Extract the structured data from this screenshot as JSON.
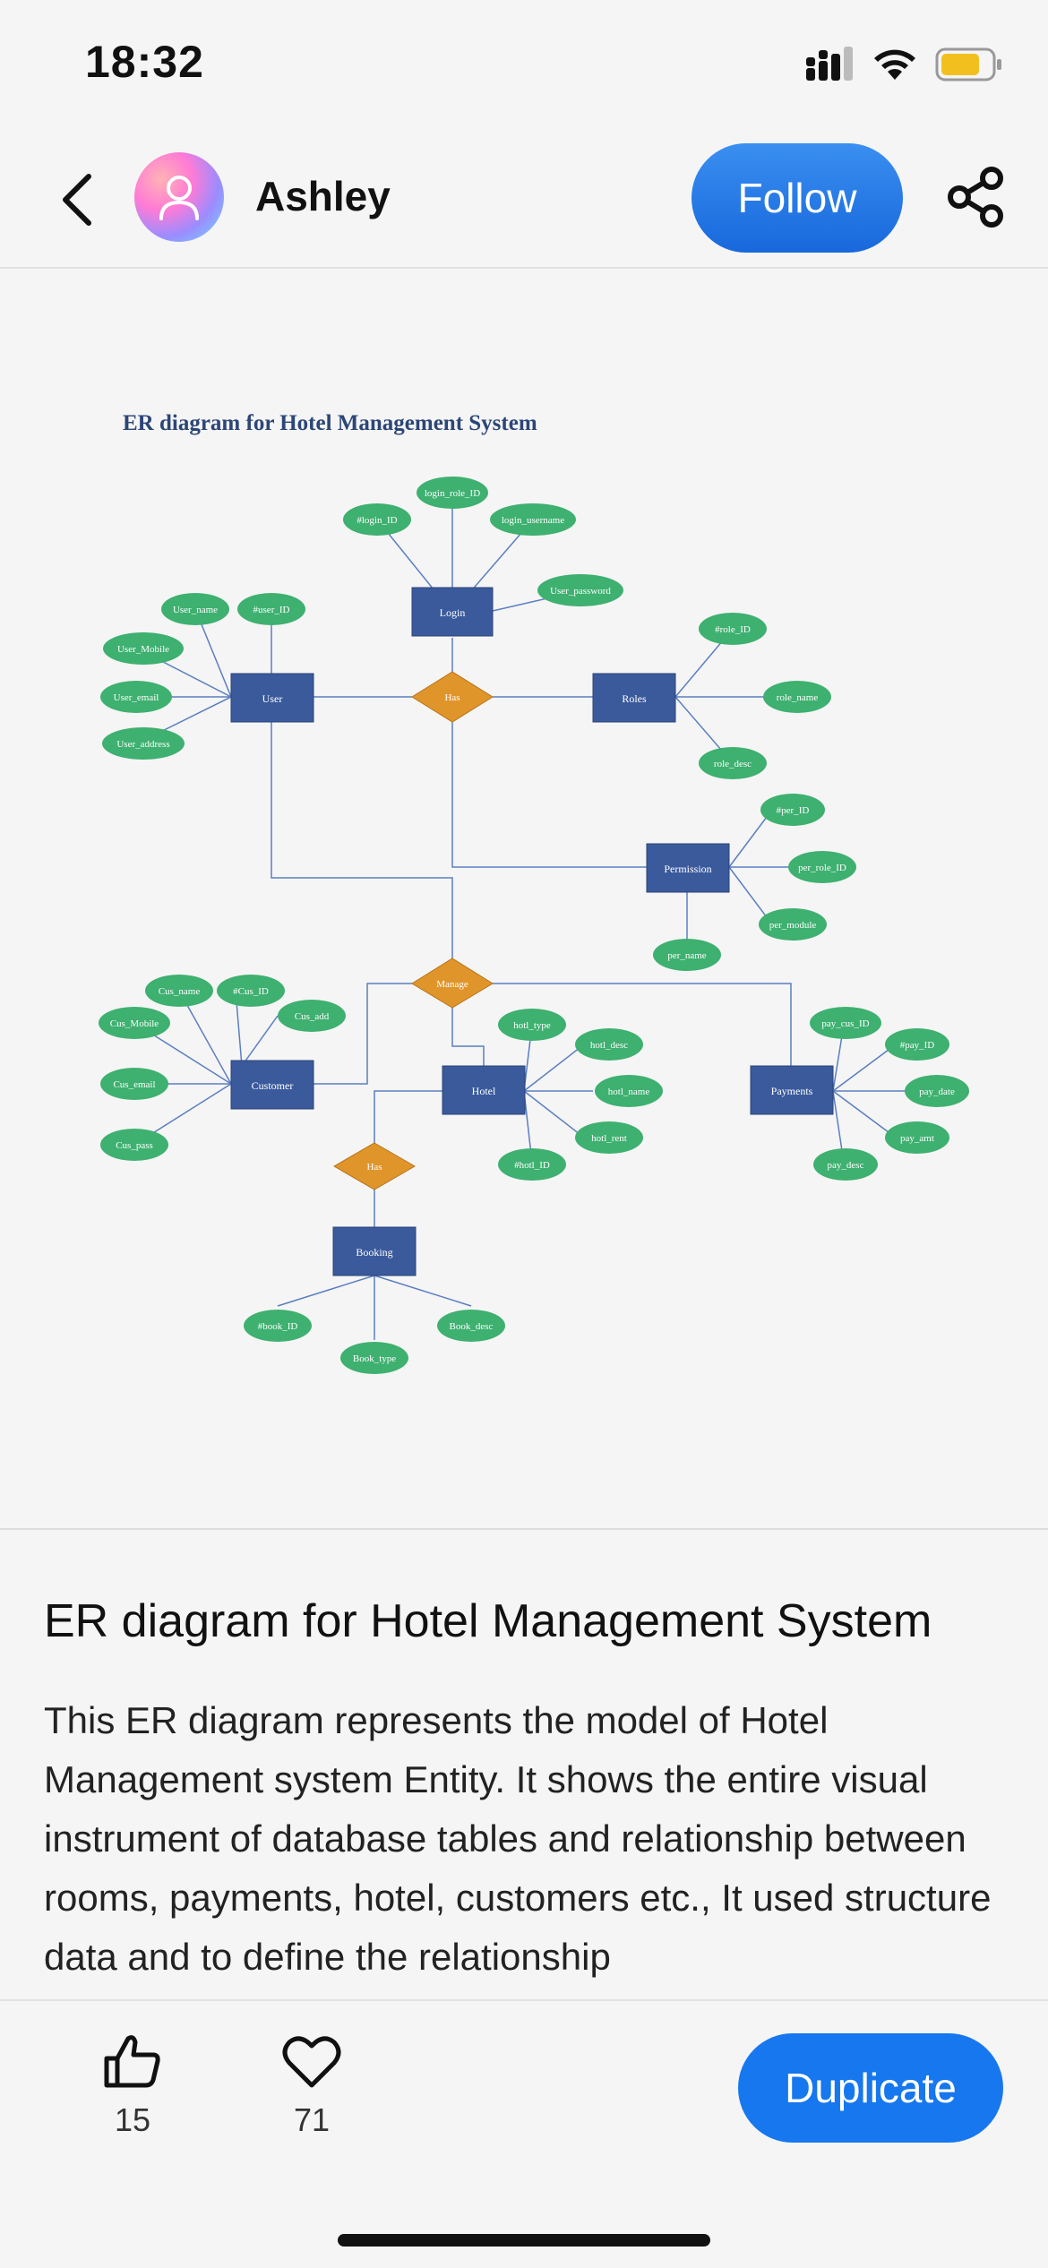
{
  "status_bar": {
    "time": "18:32"
  },
  "header": {
    "username": "Ashley",
    "follow_label": "Follow"
  },
  "diagram": {
    "title": "ER diagram for Hotel Management System",
    "colors": {
      "entity": "#3a5a9c",
      "relationship": "#e0952b",
      "attribute": "#3eb070",
      "line": "#5b7ec0"
    },
    "entities": {
      "login": "Login",
      "user": "User",
      "roles": "Roles",
      "permission": "Permission",
      "customer": "Customer",
      "hotel": "Hotel",
      "payments": "Payments",
      "booking": "Booking"
    },
    "relationships": {
      "has_top": "Has",
      "manage": "Manage",
      "has_bottom": "Has"
    },
    "attributes": {
      "login_role_id": "login_role_ID",
      "login_id": "#login_ID",
      "login_username": "login_username",
      "user_password": "User_password",
      "user_name": "User_name",
      "user_id": "#user_ID",
      "user_mobile": "User_Mobile",
      "user_email": "User_email",
      "user_address": "User_address",
      "role_id": "#role_ID",
      "role_name": "role_name",
      "role_desc": "role_desc",
      "per_id": "#per_ID",
      "per_role_id": "per_role_ID",
      "per_module": "per_module",
      "per_name": "per_name",
      "cus_name": "Cus_name",
      "cus_id": "#Cus_ID",
      "cus_mobile": "Cus_Mobile",
      "cus_add": "Cus_add",
      "cus_email": "Cus_email",
      "cus_pass": "Cus_pass",
      "hotl_type": "hotl_type",
      "hotl_desc": "hotl_desc",
      "hotl_name": "hotl_name",
      "hotl_rent": "hotl_rent",
      "hotl_id": "#hotl_ID",
      "pay_cus_id": "pay_cus_ID",
      "pay_id": "#pay_ID",
      "pay_date": "pay_date",
      "pay_amt": "pay_amt",
      "pay_desc": "pay_desc",
      "book_id": "#book_ID",
      "book_type": "Book_type",
      "book_desc": "Book_desc"
    }
  },
  "post": {
    "title": "ER diagram for Hotel Management System",
    "description": "This ER diagram represents the model of Hotel Management system Entity. It shows the entire visual instrument of database tables and relationship between rooms, payments, hotel, customers etc., It used structure data and to define the relationship"
  },
  "actions": {
    "likes": "15",
    "favorites": "71",
    "duplicate_label": "Duplicate"
  }
}
